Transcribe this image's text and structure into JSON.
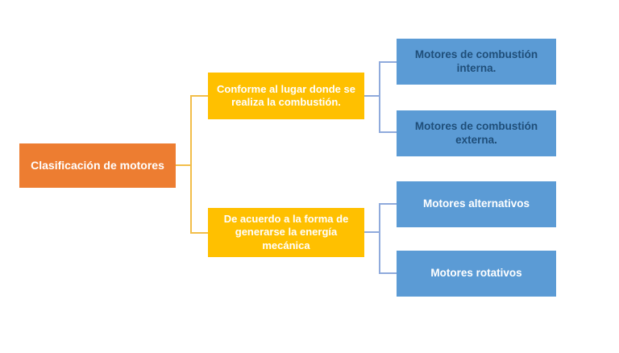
{
  "diagram": {
    "title": "Clasificación de motores",
    "root": {
      "label": "Clasificación de motores",
      "fill": "#ED7D31",
      "text_color": "#FFFFFF"
    },
    "branches": [
      {
        "label": "Conforme al lugar donde se realiza la combustión.",
        "fill": "#FFC000",
        "text_color": "#FFFFFF",
        "children": [
          {
            "label": "Motores de combustión interna.",
            "fill": "#5B9BD5",
            "text_color": "#1F4E79"
          },
          {
            "label": "Motores de combustión externa.",
            "fill": "#5B9BD5",
            "text_color": "#1F4E79"
          }
        ]
      },
      {
        "label": "De acuerdo a la forma de generarse la energía mecánica",
        "fill": "#FFC000",
        "text_color": "#FFFFFF",
        "children": [
          {
            "label": "Motores alternativos",
            "fill": "#5B9BD5",
            "text_color": "#FFFFFF"
          },
          {
            "label": "Motores rotativos",
            "fill": "#5B9BD5",
            "text_color": "#FFFFFF"
          }
        ]
      }
    ],
    "connectors": {
      "root_to_branches_color": "#F2BE4A",
      "branches_to_leaves_color": "#8FAADC",
      "style": "elbow"
    },
    "background_color": "#FFFFFF"
  }
}
